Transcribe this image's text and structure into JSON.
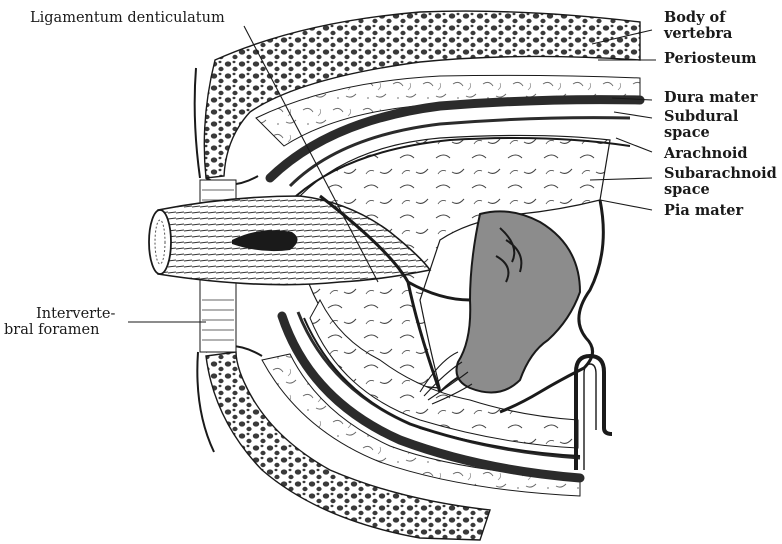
{
  "labels": {
    "ligamentum_denticulatum": "Ligamentum denticulatum",
    "intervertebral_foramen": [
      "Interverte-",
      "bral foramen"
    ],
    "body_of_vertebra": [
      "Body of",
      "vertebra"
    ],
    "periosteum": "Periosteum",
    "dura_mater": "Dura mater",
    "subdural_space": [
      "Subdural",
      "space"
    ],
    "arachnoid": "Arachnoid",
    "subarachnoid_space": [
      "Subarachnoid",
      "space"
    ],
    "pia_mater": "Pia mater"
  },
  "colors": {
    "ink": "#1a1a1a",
    "membrane": "#2b2b2b",
    "grey_matter": "#8c8c8c",
    "bone_texture": "#3a3a3a",
    "background": "#ffffff"
  }
}
